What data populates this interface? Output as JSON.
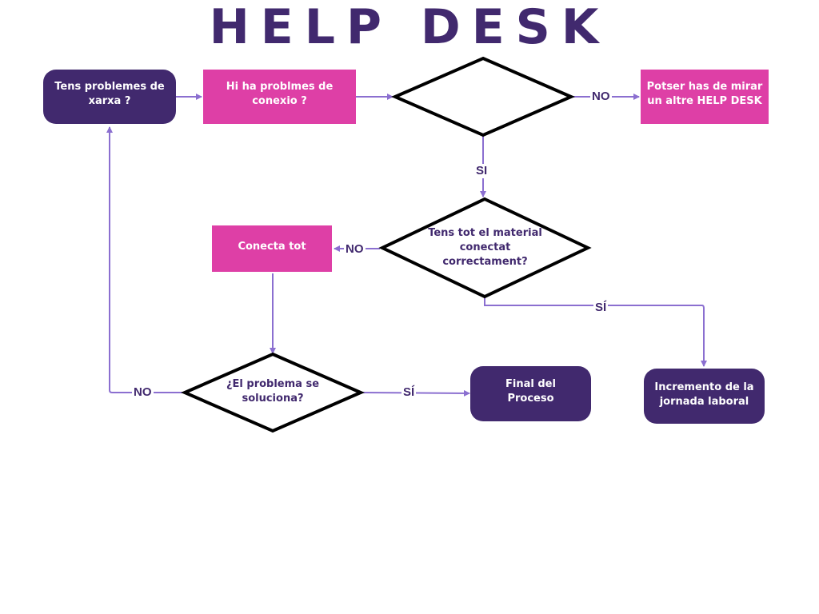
{
  "title": "HELP DESK",
  "nodes": {
    "start": "Tens problemes de xarxa ?",
    "connection": "Hi ha problmes de conexio ?",
    "decision_top": "",
    "other_desk": "Potser has de mirar un altre HELP DESK",
    "material": "Tens tot el material conectat correctament?",
    "connect_all": "Conecta tot",
    "solved": "¿El problema se soluciona?",
    "final": "Final del Proceso",
    "increase": "Incremento de la jornada laboral"
  },
  "edge_labels": {
    "no_top": "NO",
    "si_top": "SI",
    "no_material": "NO",
    "si_material": "SÍ",
    "no_solved": "NO",
    "si_solved": "SÍ"
  },
  "colors": {
    "dark_purple": "#41296e",
    "pink": "#de3fa6",
    "connector": "#8b6fd0",
    "diamond_stroke": "#000000"
  }
}
